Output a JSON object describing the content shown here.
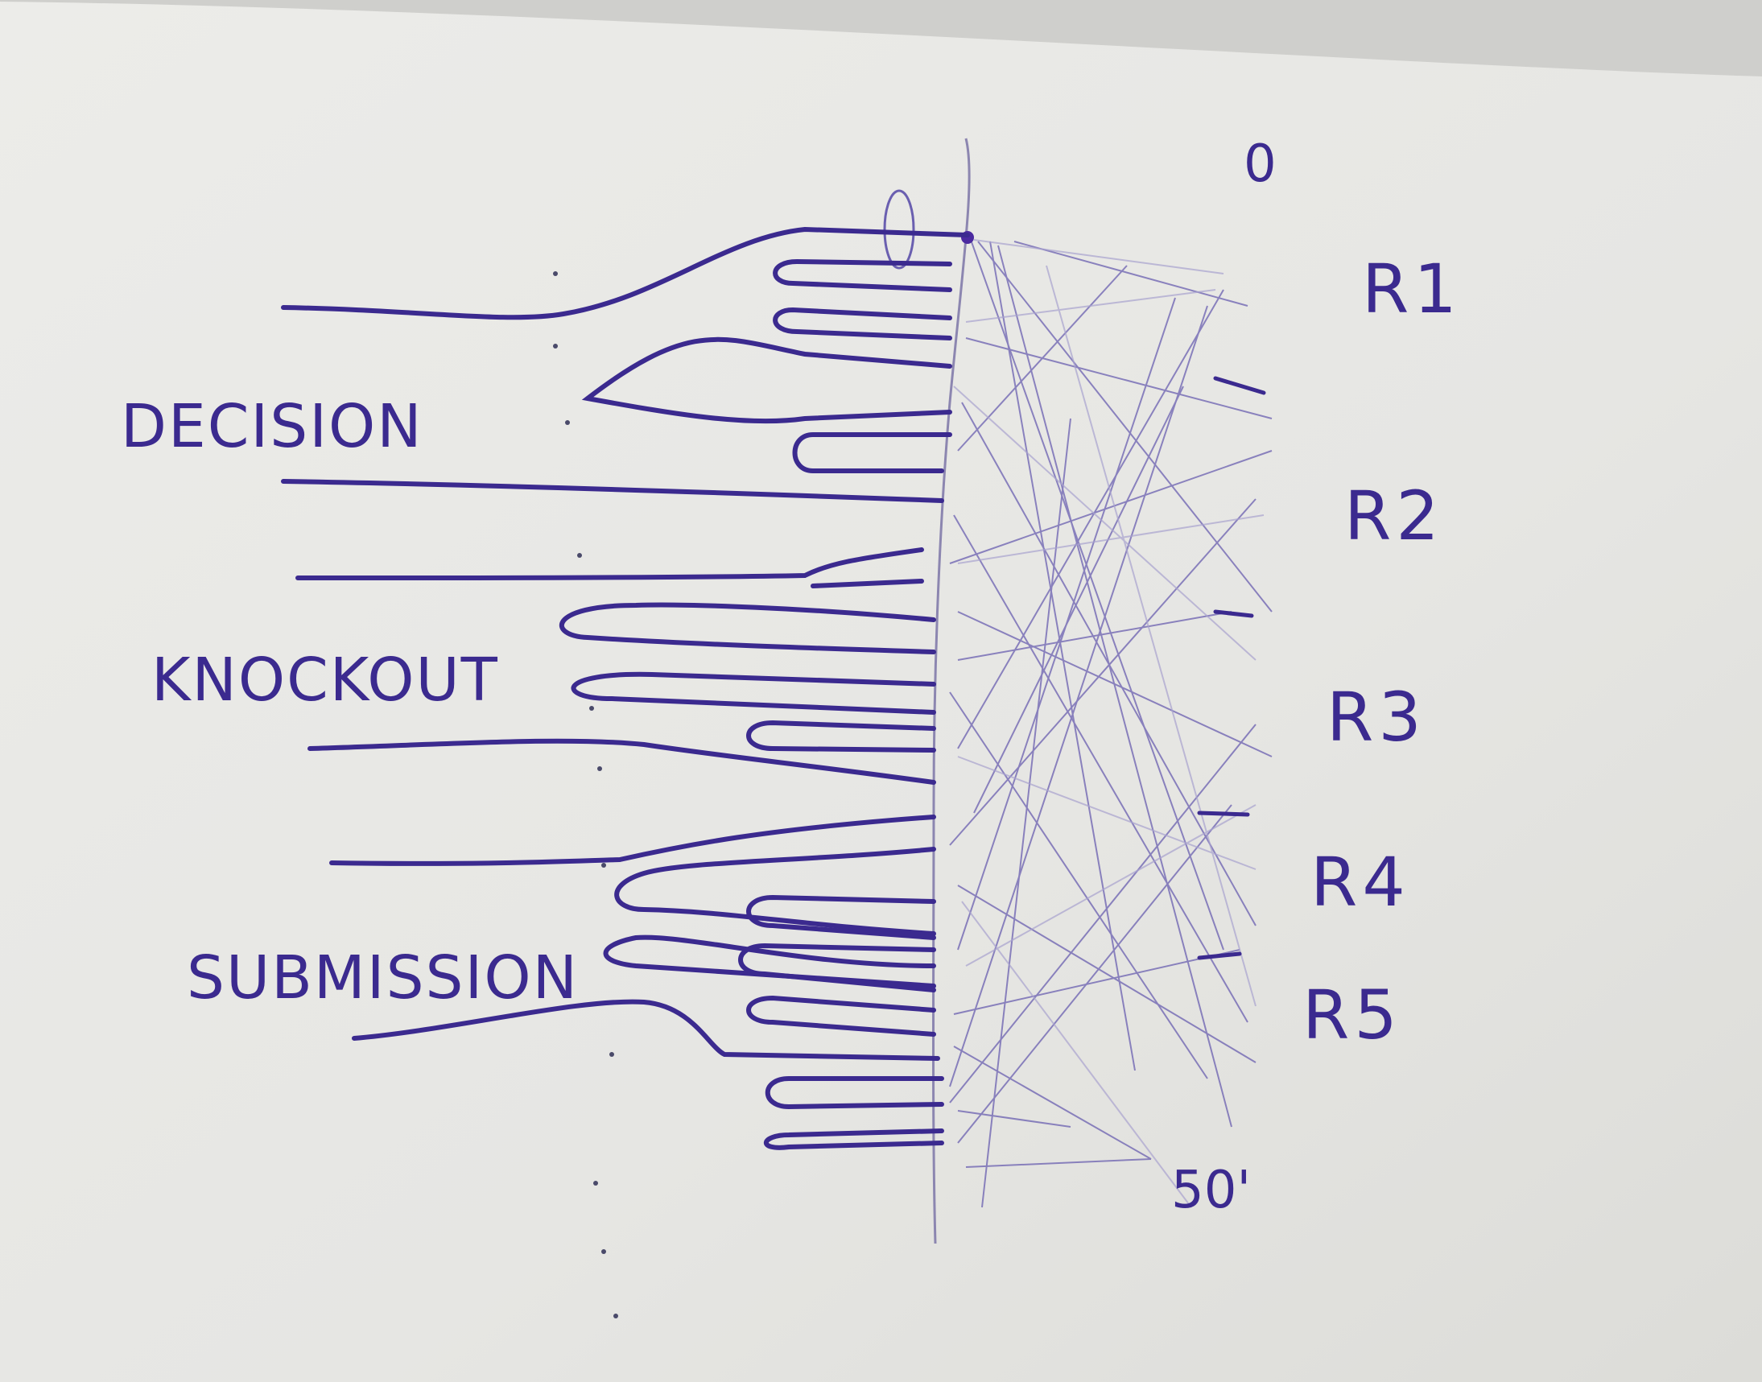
{
  "categories": [
    {
      "id": "decision",
      "label": "DECISION"
    },
    {
      "id": "knockout",
      "label": "KNOCKOUT"
    },
    {
      "id": "submission",
      "label": "SUBMISSION"
    }
  ],
  "timeline": {
    "start_label": "0",
    "end_label": "50'",
    "rounds": [
      "R1",
      "R2",
      "R3",
      "R4",
      "R5"
    ]
  },
  "colors": {
    "ink": "#3b2a8f",
    "ink_light": "#7d74b8",
    "board": "#e9e9e6",
    "board_edge": "#c9c9c6"
  }
}
